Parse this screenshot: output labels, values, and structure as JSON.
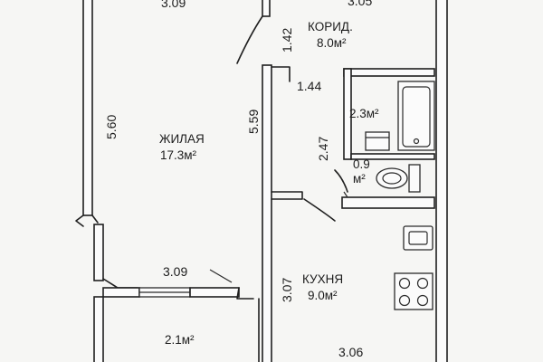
{
  "rooms": {
    "living": {
      "name": "ЖИЛАЯ",
      "area": "17.3м²"
    },
    "corridor": {
      "name": "КОРИД.",
      "area": "8.0м²"
    },
    "kitchen": {
      "name": "КУХНЯ",
      "area": "9.0м²"
    },
    "bathroom": {
      "area": "2.3м²"
    },
    "toilet": {
      "area_value": "0.9",
      "area_unit": "м²"
    },
    "balcony": {
      "area": "2.1м²"
    }
  },
  "dimensions": {
    "living_top_width": "3.09",
    "corridor_top_width": "3.05",
    "living_height_left": "5.60",
    "living_height_right": "5.59",
    "corridor_opening": "1.42",
    "bath_entry_width": "1.44",
    "bath_height": "2.47",
    "living_bottom_width": "3.09",
    "kitchen_height": "3.07",
    "kitchen_bottom_width": "3.06"
  },
  "colors": {
    "background": "#d8d8d6",
    "paper": "#fbfbfb",
    "line": "#1f1f1f"
  }
}
